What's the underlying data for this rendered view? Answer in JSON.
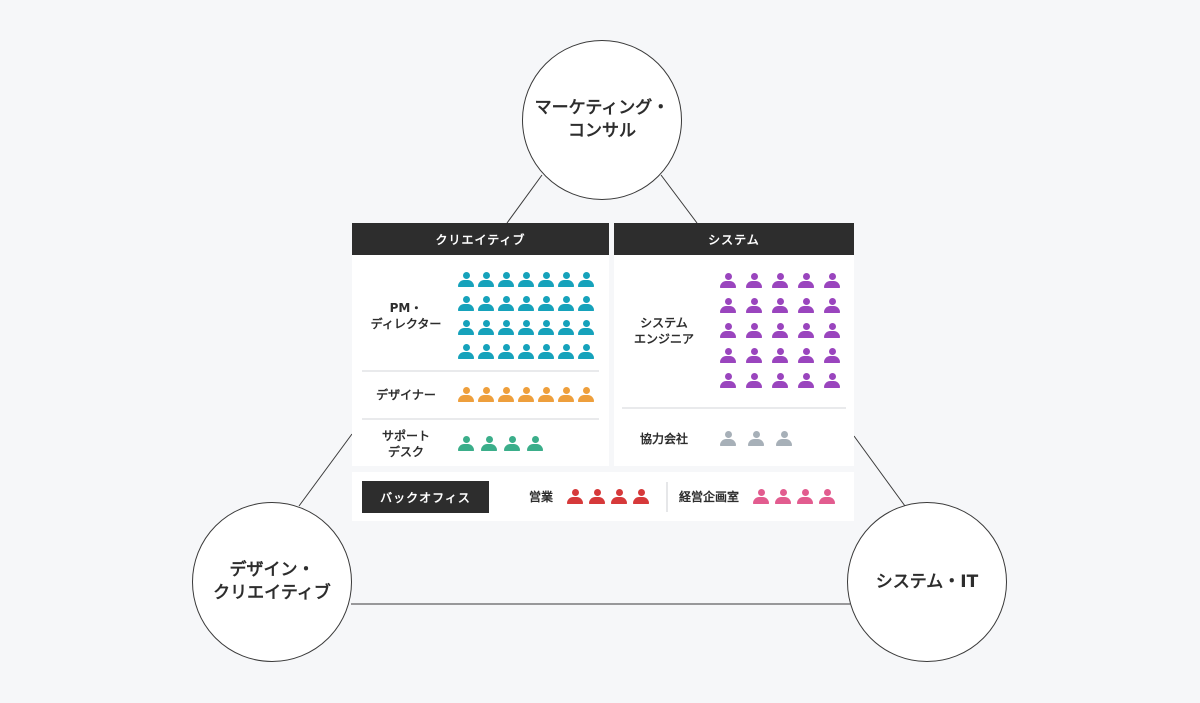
{
  "diagram": {
    "circles": {
      "top": "マーケティング・\nコンサル",
      "left": "デザイン・\nクリエイティブ",
      "right": "システム・IT"
    },
    "creative_panel": {
      "title": "クリエイティブ",
      "rows": [
        {
          "label": "PM・\nディレクター",
          "count": 28,
          "color": "#16a2bb"
        },
        {
          "label": "デザイナー",
          "count": 7,
          "color": "#ee9f3c"
        },
        {
          "label": "サポート\nデスク",
          "count": 4,
          "color": "#3bae8a"
        }
      ]
    },
    "system_panel": {
      "title": "システム",
      "rows": [
        {
          "label": "システム\nエンジニア",
          "count": 25,
          "color": "#9a45be"
        },
        {
          "label": "協力会社",
          "count": 3,
          "color": "#a7b0b8"
        }
      ]
    },
    "back_office": {
      "title": "バックオフィス",
      "groups": [
        {
          "label": "営業",
          "count": 4,
          "color": "#d6393a"
        },
        {
          "label": "経営企画室",
          "count": 4,
          "color": "#e25c8f"
        }
      ]
    }
  }
}
